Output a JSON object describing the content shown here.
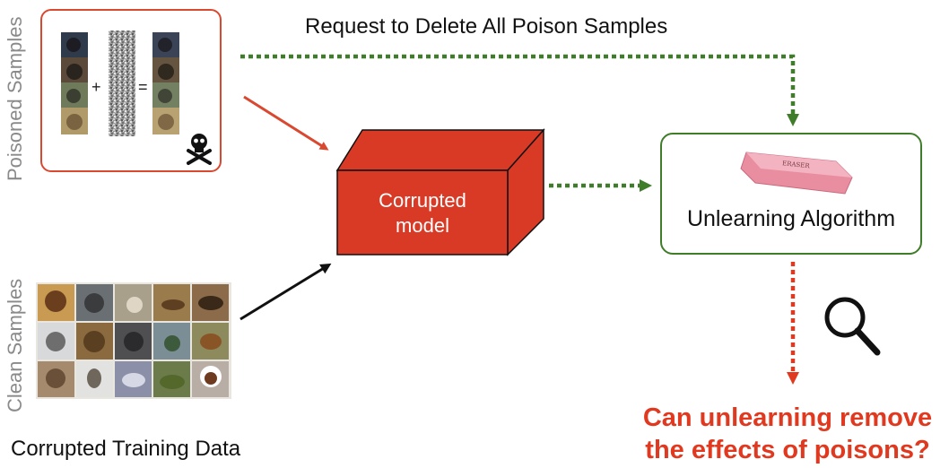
{
  "labels": {
    "poisoned_samples": "Poisoned Samples",
    "clean_samples": "Clean Samples",
    "request": "Request to Delete All Poison Samples",
    "model_line1": "Corrupted",
    "model_line2": "model",
    "unlearning": "Unlearning Algorithm",
    "eraser_text": "ERASER",
    "question_line1": "Can unlearning remove",
    "question_line2": "the effects of poisons?",
    "corrupted_training_data": "Corrupted Training Data",
    "plus": "+",
    "equals": "="
  },
  "colors": {
    "poison_red": "#d9482f",
    "model_red": "#d93a26",
    "green": "#3f7d2a",
    "question_red": "#e0391f",
    "gray_label": "#8a8a8a"
  },
  "icons": [
    "skull-crossbones-icon",
    "magnifier-icon",
    "eraser-icon"
  ]
}
